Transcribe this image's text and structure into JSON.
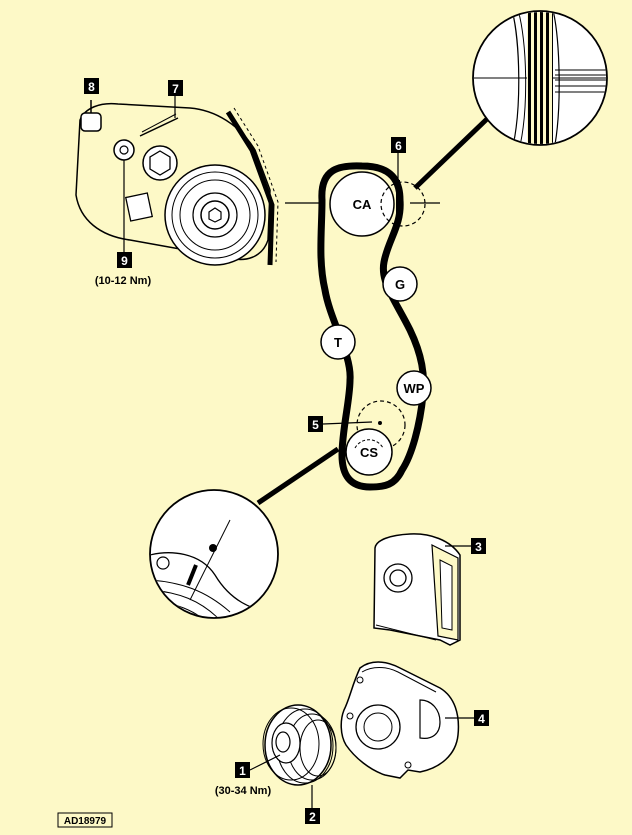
{
  "pulleys": {
    "ca": "CA",
    "g": "G",
    "t": "T",
    "wp": "WP",
    "cs": "CS"
  },
  "callouts": [
    "1",
    "2",
    "3",
    "4",
    "5",
    "6",
    "7",
    "8",
    "9"
  ],
  "torques": {
    "bolt_9": "(10-12 Nm)",
    "pulley_1": "(30-34 Nm)"
  },
  "reference_code": "AD18979"
}
